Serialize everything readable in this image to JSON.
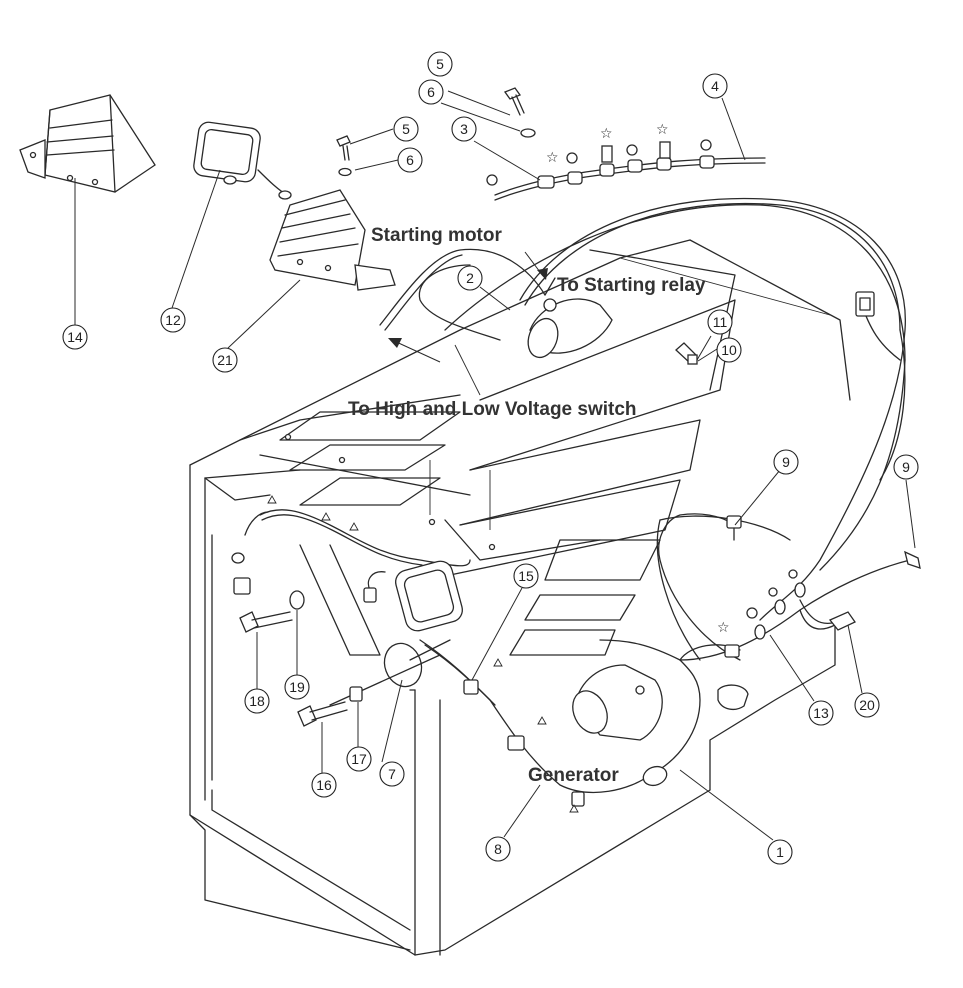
{
  "labels": {
    "starting_motor": "Starting motor",
    "to_starting_relay": "To Starting relay",
    "to_hv_switch": "To High and Low Voltage switch",
    "generator": "Generator"
  },
  "callouts": [
    "1",
    "2",
    "3",
    "4",
    "5",
    "5",
    "6",
    "6",
    "7",
    "8",
    "9",
    "9",
    "10",
    "11",
    "12",
    "13",
    "14",
    "15",
    "16",
    "17",
    "18",
    "19",
    "20",
    "21"
  ]
}
